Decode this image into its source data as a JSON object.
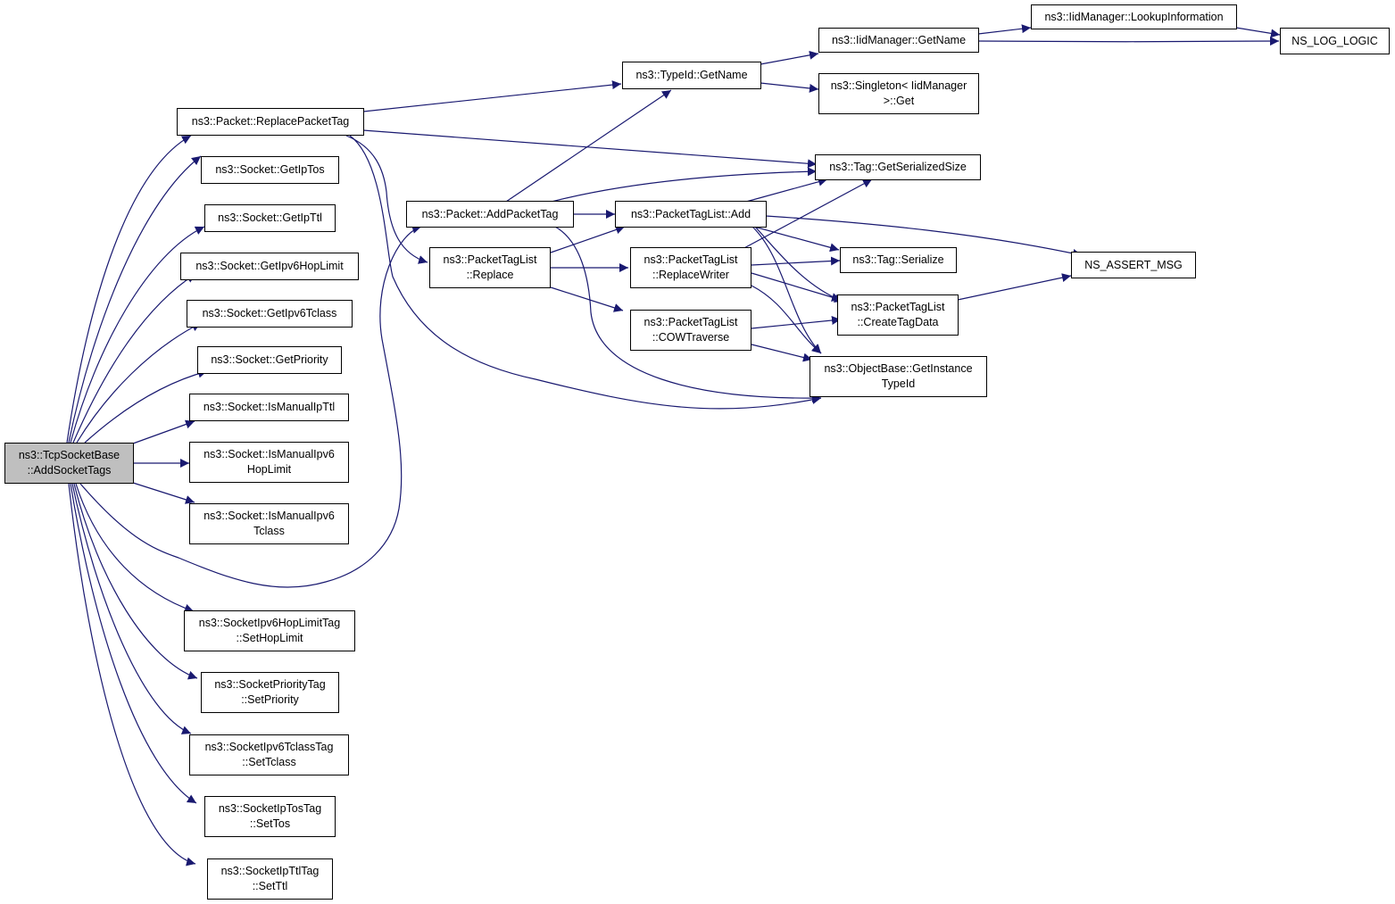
{
  "colors": {
    "edge": "#191970",
    "root_fill": "#bfbfbf",
    "node_fill": "#ffffff",
    "border": "#000000"
  },
  "nodes": {
    "root": [
      "ns3::TcpSocketBase",
      "::AddSocketTags"
    ],
    "replace_packet_tag": [
      "ns3::Packet::ReplacePacketTag"
    ],
    "get_ip_tos": [
      "ns3::Socket::GetIpTos"
    ],
    "get_ip_ttl": [
      "ns3::Socket::GetIpTtl"
    ],
    "get_ipv6_hop_limit": [
      "ns3::Socket::GetIpv6HopLimit"
    ],
    "get_ipv6_tclass": [
      "ns3::Socket::GetIpv6Tclass"
    ],
    "get_priority": [
      "ns3::Socket::GetPriority"
    ],
    "is_manual_ip_ttl": [
      "ns3::Socket::IsManualIpTtl"
    ],
    "is_manual_ipv6_hop_limit": [
      "ns3::Socket::IsManualIpv6",
      "HopLimit"
    ],
    "is_manual_ipv6_tclass": [
      "ns3::Socket::IsManualIpv6",
      "Tclass"
    ],
    "set_hop_limit": [
      "ns3::SocketIpv6HopLimitTag",
      "::SetHopLimit"
    ],
    "set_priority": [
      "ns3::SocketPriorityTag",
      "::SetPriority"
    ],
    "set_tclass": [
      "ns3::SocketIpv6TclassTag",
      "::SetTclass"
    ],
    "set_tos": [
      "ns3::SocketIpTosTag",
      "::SetTos"
    ],
    "set_ttl": [
      "ns3::SocketIpTtlTag",
      "::SetTtl"
    ],
    "add_packet_tag": [
      "ns3::Packet::AddPacketTag"
    ],
    "ptl_replace": [
      "ns3::PacketTagList",
      "::Replace"
    ],
    "typeid_get_name": [
      "ns3::TypeId::GetName"
    ],
    "ptl_add": [
      "ns3::PacketTagList::Add"
    ],
    "ptl_replace_writer": [
      "ns3::PacketTagList",
      "::ReplaceWriter"
    ],
    "ptl_cow_traverse": [
      "ns3::PacketTagList",
      "::COWTraverse"
    ],
    "iid_get_name": [
      "ns3::IidManager::GetName"
    ],
    "singleton_get": [
      "ns3::Singleton< IidManager",
      ">::Get"
    ],
    "tag_get_serialized_size": [
      "ns3::Tag::GetSerializedSize"
    ],
    "tag_serialize": [
      "ns3::Tag::Serialize"
    ],
    "ptl_create_tag_data": [
      "ns3::PacketTagList",
      "::CreateTagData"
    ],
    "object_base_get_instance_typeid": [
      "ns3::ObjectBase::GetInstance",
      "TypeId"
    ],
    "iid_lookup_information": [
      "ns3::IidManager::LookupInformation"
    ],
    "ns_log_logic": [
      "NS_LOG_LOGIC"
    ],
    "ns_assert_msg": [
      "NS_ASSERT_MSG"
    ]
  }
}
